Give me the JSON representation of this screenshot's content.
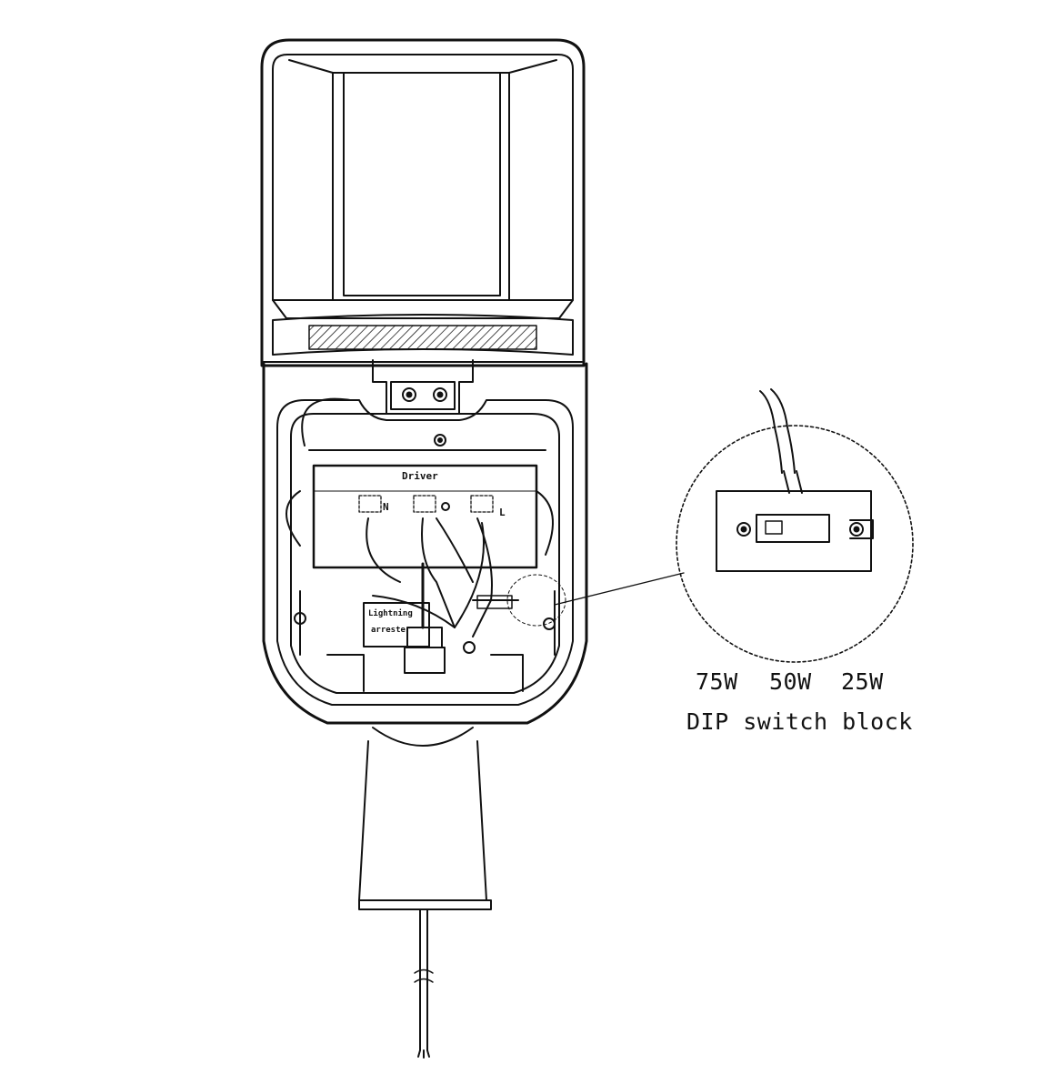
{
  "labels": {
    "driver": "Driver",
    "neutral": "N",
    "live": "L",
    "arrester_line1": "Lightning",
    "arrester_line2": "arrester"
  },
  "callout": {
    "wattages": [
      "75W",
      "50W",
      "25W"
    ],
    "title": "DIP switch block"
  },
  "colors": {
    "stroke": "#111111",
    "background": "#ffffff"
  }
}
